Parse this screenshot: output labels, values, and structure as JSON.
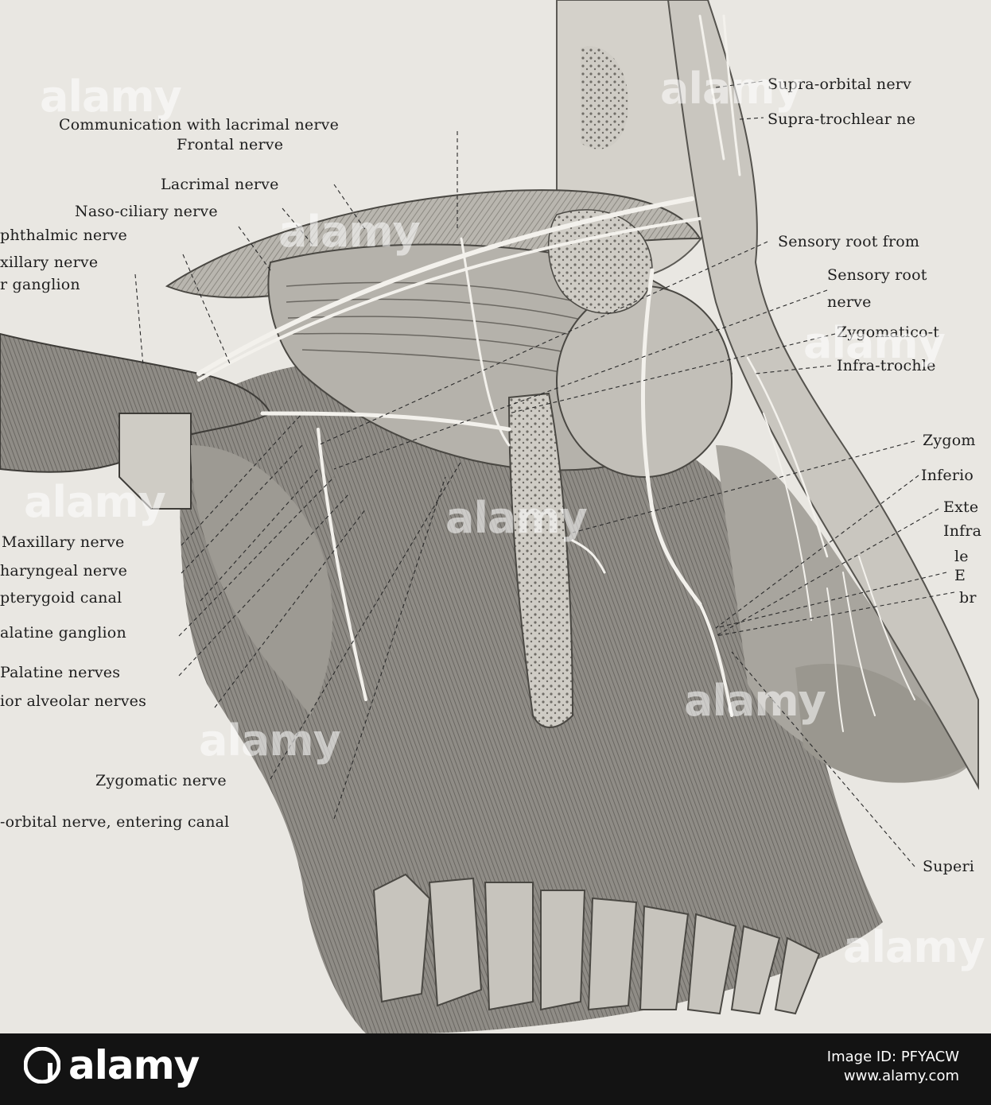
{
  "figure": {
    "labels": {
      "supra_orbital_nerve": "Supra-orbital nerv",
      "supra_trochlear_nerve": "Supra-trochlear ne",
      "communication_lacrimal": "Communication with lacrimal nerve",
      "frontal_nerve": "Frontal nerve",
      "lacrimal_nerve": "Lacrimal nerve",
      "naso_ciliary_nerve": "Naso-ciliary nerve",
      "ophthalmic_nerve": "phthalmic nerve",
      "maxillary_nerve_top": "xillary nerve",
      "ganglion_top": "r ganglion",
      "sensory_root_from": "Sensory root from",
      "sensory_root": "Sensory root",
      "sensory_root_nerve": "nerve",
      "zygomatico_t": "Zygomatico-t",
      "infra_trochle": "Infra-trochle",
      "zygom": "Zygom",
      "inferio": "Inferio",
      "exte": "Exte",
      "infra": "Infra",
      "le": "le",
      "e": "E",
      "br": "br",
      "maxillary_nerve": "Maxillary nerve",
      "pharyngeal_nerve": "haryngeal nerve",
      "pterygoid_canal": "pterygoid canal",
      "palatine_ganglion": "alatine ganglion",
      "palatine_nerves": "Palatine nerves",
      "alveolar_nerves": "ior alveolar nerves",
      "zygomatic_nerve": "Zygomatic nerve",
      "infra_orbital_entering": "-orbital nerve, entering canal",
      "superi": "Superi"
    }
  },
  "watermark": {
    "text": "alamy"
  },
  "footer": {
    "logo": "alamy",
    "image_id_line": "Image ID: PFYACW",
    "url": "www.alamy.com"
  }
}
